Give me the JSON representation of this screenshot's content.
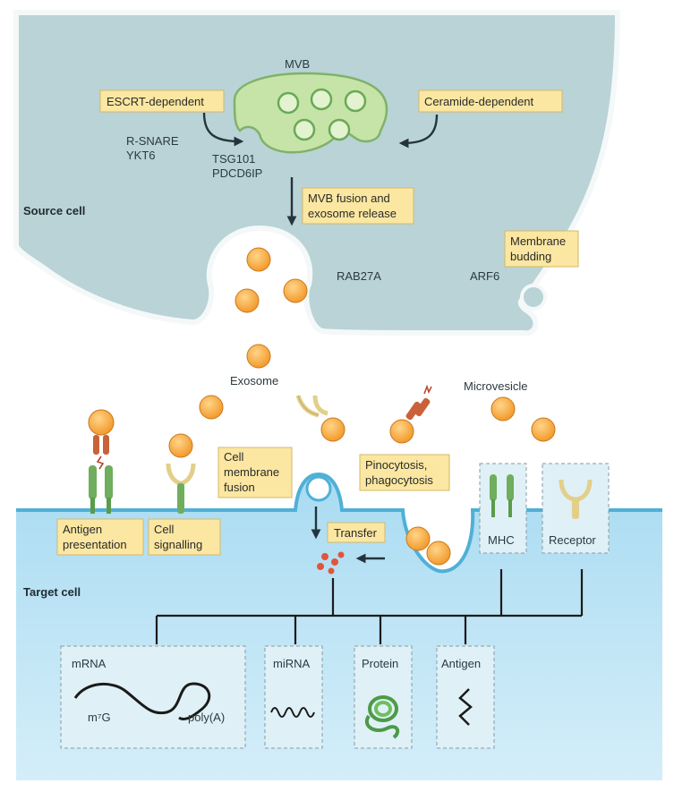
{
  "source_cell": {
    "label": "Source cell",
    "mvb_label": "MVB",
    "escrt_box": "ESCRT-dependent",
    "ceramide_box": "Ceramide-dependent",
    "rsnare": "R-SNARE",
    "ykt6": "YKT6",
    "tsg101": "TSG101",
    "pdcd6ip": "PDCD6IP",
    "mvb_fusion_line1": "MVB fusion and",
    "mvb_fusion_line2": "exosome release",
    "rab27a": "RAB27A",
    "membrane_budding_line1": "Membrane",
    "membrane_budding_line2": "budding",
    "arf6": "ARF6"
  },
  "extracellular": {
    "exosome": "Exosome",
    "microvesicle": "Microvesicle"
  },
  "target_cell": {
    "label": "Target cell",
    "antigen_presentation_line1": "Antigen",
    "antigen_presentation_line2": "presentation",
    "cell_signalling_line1": "Cell",
    "cell_signalling_line2": "signalling",
    "cell_membrane_fusion_line1": "Cell",
    "cell_membrane_fusion_line2": "membrane",
    "cell_membrane_fusion_line3": "fusion",
    "pinocytosis_line1": "Pinocytosis,",
    "pinocytosis_line2": "phagocytosis",
    "transfer": "Transfer",
    "mhc": "MHC",
    "receptor": "Receptor"
  },
  "cargo": {
    "mrna": "mRNA",
    "m7g": "m⁷G",
    "polya": "poly(A)",
    "mirna": "miRNA",
    "protein": "Protein",
    "antigen": "Antigen"
  },
  "colors": {
    "source_cell_fill": "#b9d3d6",
    "target_cell_fill": "#c4e5f5",
    "membrane_edge": "#4fb0d6",
    "mvb_fill": "#c6e4a8",
    "vesicle_fill": "#f4a23a",
    "label_box_fill": "#fbe7a1"
  }
}
